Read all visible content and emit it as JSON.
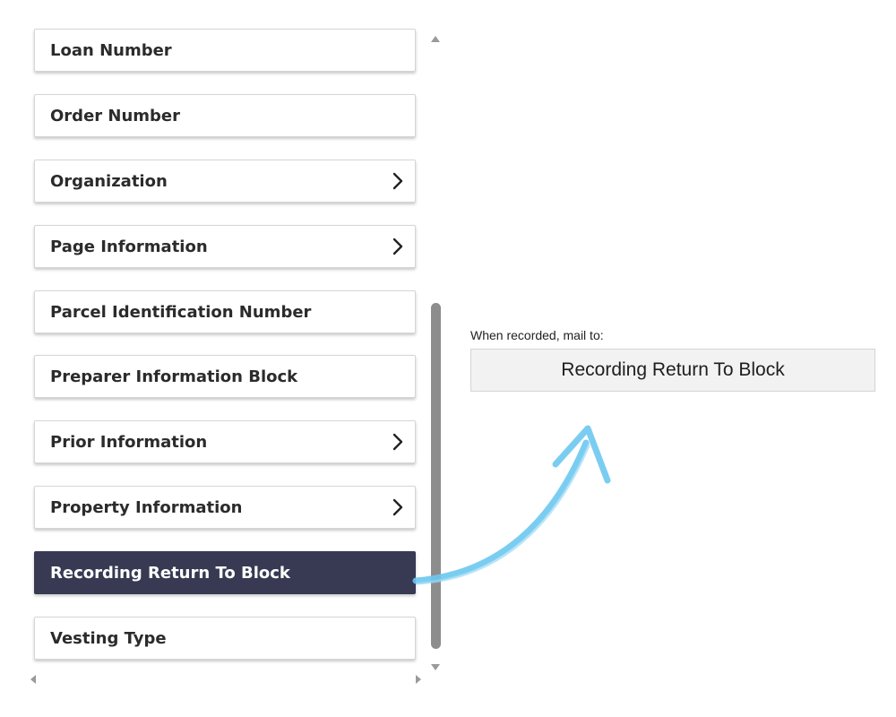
{
  "list": {
    "items": [
      {
        "label": "Loan Number",
        "has_submenu": false,
        "selected": false
      },
      {
        "label": "Order Number",
        "has_submenu": false,
        "selected": false
      },
      {
        "label": "Organization",
        "has_submenu": true,
        "selected": false
      },
      {
        "label": "Page Information",
        "has_submenu": true,
        "selected": false
      },
      {
        "label": "Parcel Identification Number",
        "has_submenu": false,
        "selected": false
      },
      {
        "label": "Preparer Information Block",
        "has_submenu": false,
        "selected": false
      },
      {
        "label": "Prior Information",
        "has_submenu": true,
        "selected": false
      },
      {
        "label": "Property Information",
        "has_submenu": true,
        "selected": false
      },
      {
        "label": "Recording Return To Block",
        "has_submenu": false,
        "selected": true
      },
      {
        "label": "Vesting Type",
        "has_submenu": false,
        "selected": false
      }
    ]
  },
  "preview": {
    "label": "When recorded, mail to:",
    "block_text": "Recording Return To Block"
  },
  "colors": {
    "selected_background": "#373a52",
    "selected_text": "#ffffff",
    "arrow": "#6cc8f0"
  },
  "icons": {
    "submenu": "chevron-right-icon",
    "pointer": "curved-arrow-icon"
  }
}
